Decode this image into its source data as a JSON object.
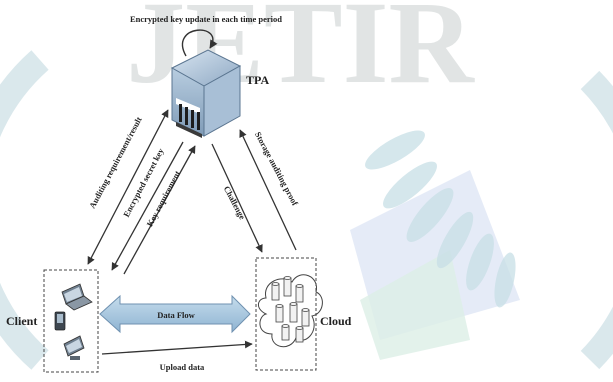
{
  "diagram": {
    "labels": {
      "tpa": "TPA",
      "client": "Client",
      "cloud": "Cloud",
      "key_update": "Encrypted key update in each time period",
      "auditing_requirement": "Auditing requirement/result",
      "encrypted_secret_key": "Encrypted secret key",
      "key_requirement": "Key requirement",
      "challenge": "Challenge",
      "storage_auditing_proof": "Storage auditing proof",
      "data_flow": "Data Flow",
      "upload_data": "Upload data"
    },
    "watermark_text": "JETIR"
  },
  "colors": {
    "watermark_gray": "#d8dcdc",
    "watermark_ring": "#bcd6dd",
    "watermark_leaf": "#c8dfe6",
    "watermark_blue": "#dfe6f5",
    "watermark_green": "#dcefe6",
    "data_flow_arrow": "#a9c9e0",
    "tpa_building": "#9fb9d1",
    "line": "#333333"
  }
}
